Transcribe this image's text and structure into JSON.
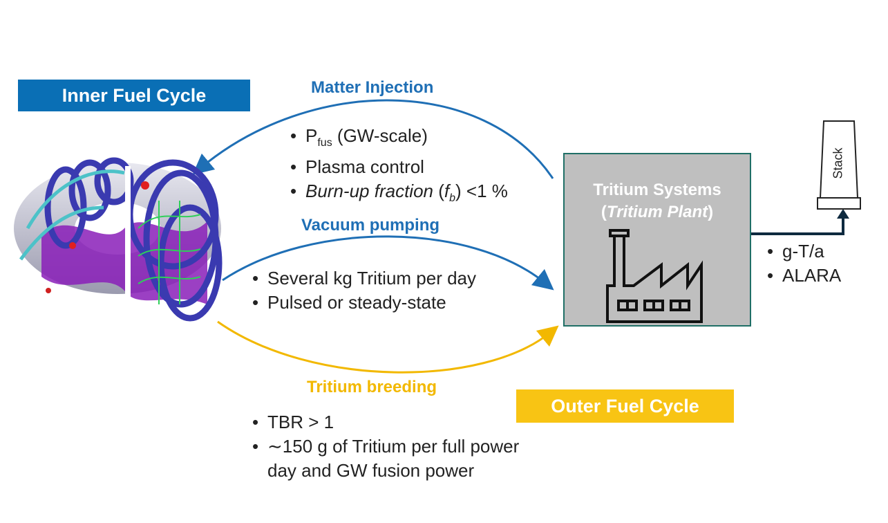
{
  "inner_banner": "Inner Fuel Cycle",
  "outer_banner": "Outer Fuel Cycle",
  "matter_injection": {
    "heading": "Matter Injection",
    "item1_main": "P",
    "item1_sub": "fus",
    "item1_rest": " (GW-scale)",
    "item2": "Plasma control",
    "item3_italic": "Burn-up fraction",
    "item3_paren_open": " (",
    "item3_f": "f",
    "item3_b": "b",
    "item3_rest": ") <1 %"
  },
  "vacuum_pumping": {
    "heading": "Vacuum pumping",
    "items": [
      "Several kg Tritium per day",
      "Pulsed or steady-state"
    ]
  },
  "tritium_breeding": {
    "heading": "Tritium breeding",
    "items": [
      "TBR > 1",
      "∼150 g of Tritium per full power day and GW fusion power"
    ]
  },
  "plant": {
    "title_line1": "Tritium Systems",
    "title_line2_open": "(",
    "title_line2_italic": "Tritium Plant",
    "title_line2_close": ")"
  },
  "stack_label": "Stack",
  "emissions": [
    "g-T/a",
    "ALARA"
  ],
  "colors": {
    "blue": "#1f6fb5",
    "yellow": "#f2b800",
    "plant_fill": "#bfbfbf",
    "plant_border": "#1f6f66",
    "dark": "#0e2a3f"
  }
}
